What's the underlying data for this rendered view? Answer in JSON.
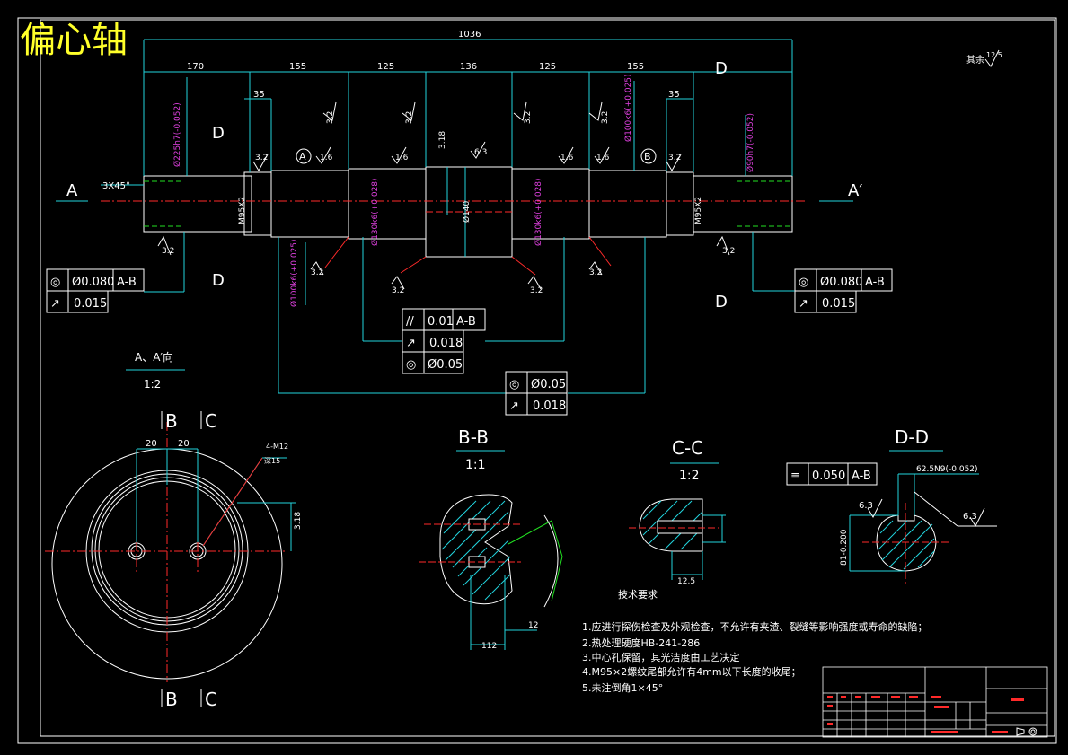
{
  "title": "偏心轴",
  "surface_note": "其余",
  "surface_note_value": "12.5",
  "dims": {
    "total": "1036",
    "d170": "170",
    "d155a": "155",
    "d125a": "125",
    "d136": "136",
    "d125b": "125",
    "d155b": "155",
    "d35a": "35",
    "d35b": "35",
    "chamfer": "3X45°",
    "d318": "3.18",
    "d140": "Ø140",
    "d225": "Ø225h7(-0.052)",
    "d90": "Ø90h7(-0.052)",
    "d100a": "Ø100k6(+0.025)",
    "d100b": "Ø100k6(+0.025)",
    "d130a": "Ø130k6(+0.028)",
    "d130b": "Ø130k6(+0.028)",
    "thread_a": "M95X2",
    "thread_b": "M95X2"
  },
  "roughness": [
    "3.2",
    "3.2",
    "3.2",
    "3.2",
    "3.2",
    "3.2",
    "1.6",
    "1.6",
    "6.3",
    "1.6",
    "1.6",
    "3.2",
    "3.2",
    "3.2",
    "3.2",
    "3.2",
    "3.2"
  ],
  "datums": {
    "a": "A",
    "b": "B"
  },
  "sections": {
    "A": "A",
    "A2": "A′",
    "D": "D",
    "view_a": "A、A′向",
    "view_a_scale": "1:2",
    "bc_b": "B",
    "bc_c": "C",
    "bb": "B-B",
    "bb_scale": "1:1",
    "cc": "C-C",
    "cc_scale": "1:2",
    "dd": "D-D"
  },
  "tolerance_frames": {
    "left": [
      {
        "sym": "◎",
        "val": "Ø0.080",
        "ref": "A-B"
      },
      {
        "sym": "↗",
        "val": "0.015"
      }
    ],
    "right": [
      {
        "sym": "◎",
        "val": "Ø0.080",
        "ref": "A-B"
      },
      {
        "sym": "↗",
        "val": "0.015"
      }
    ],
    "center": [
      {
        "sym": "//",
        "val": "0.01",
        "ref": "A-B"
      },
      {
        "sym": "↗",
        "val": "0.018"
      },
      {
        "sym": "◎",
        "val": "Ø0.05"
      }
    ],
    "lower": [
      {
        "sym": "◎",
        "val": "Ø0.05"
      },
      {
        "sym": "↗",
        "val": "0.018"
      }
    ],
    "dd": {
      "sym": "≡",
      "val": "0.050",
      "ref": "A-B"
    }
  },
  "bc_view": {
    "d20a": "20",
    "d20b": "20",
    "hole": "4-M12",
    "depth": "深15",
    "d318": "3.18"
  },
  "dd_view": {
    "key": "62.5N9(-0.052)",
    "r1": "6.3",
    "r2": "6.3",
    "d81": "81-0.200"
  },
  "bb_view": {
    "d12": "12",
    "d112": "112"
  },
  "cc_view": {
    "d125": "12.5"
  },
  "tech": {
    "heading": "技术要求",
    "lines": [
      "1.应进行探伤检查及外观检查，不允许有夹渣、裂缝等影响强度或寿命的缺陷；",
      "2.热处理硬度HB-241-286",
      "3.中心孔保留，其光洁度由工艺决定",
      "4.M95×2螺纹尾部允许有4mm以下长度的收尾；",
      "5.未注倒角1×45°"
    ]
  },
  "colors": {
    "cyan": "#22d3dd",
    "white": "#ffffff",
    "magenta": "#e040e0",
    "yellow": "#ffff2a",
    "red": "#ff2a2a",
    "green": "#22e022",
    "bg": "#000000"
  }
}
